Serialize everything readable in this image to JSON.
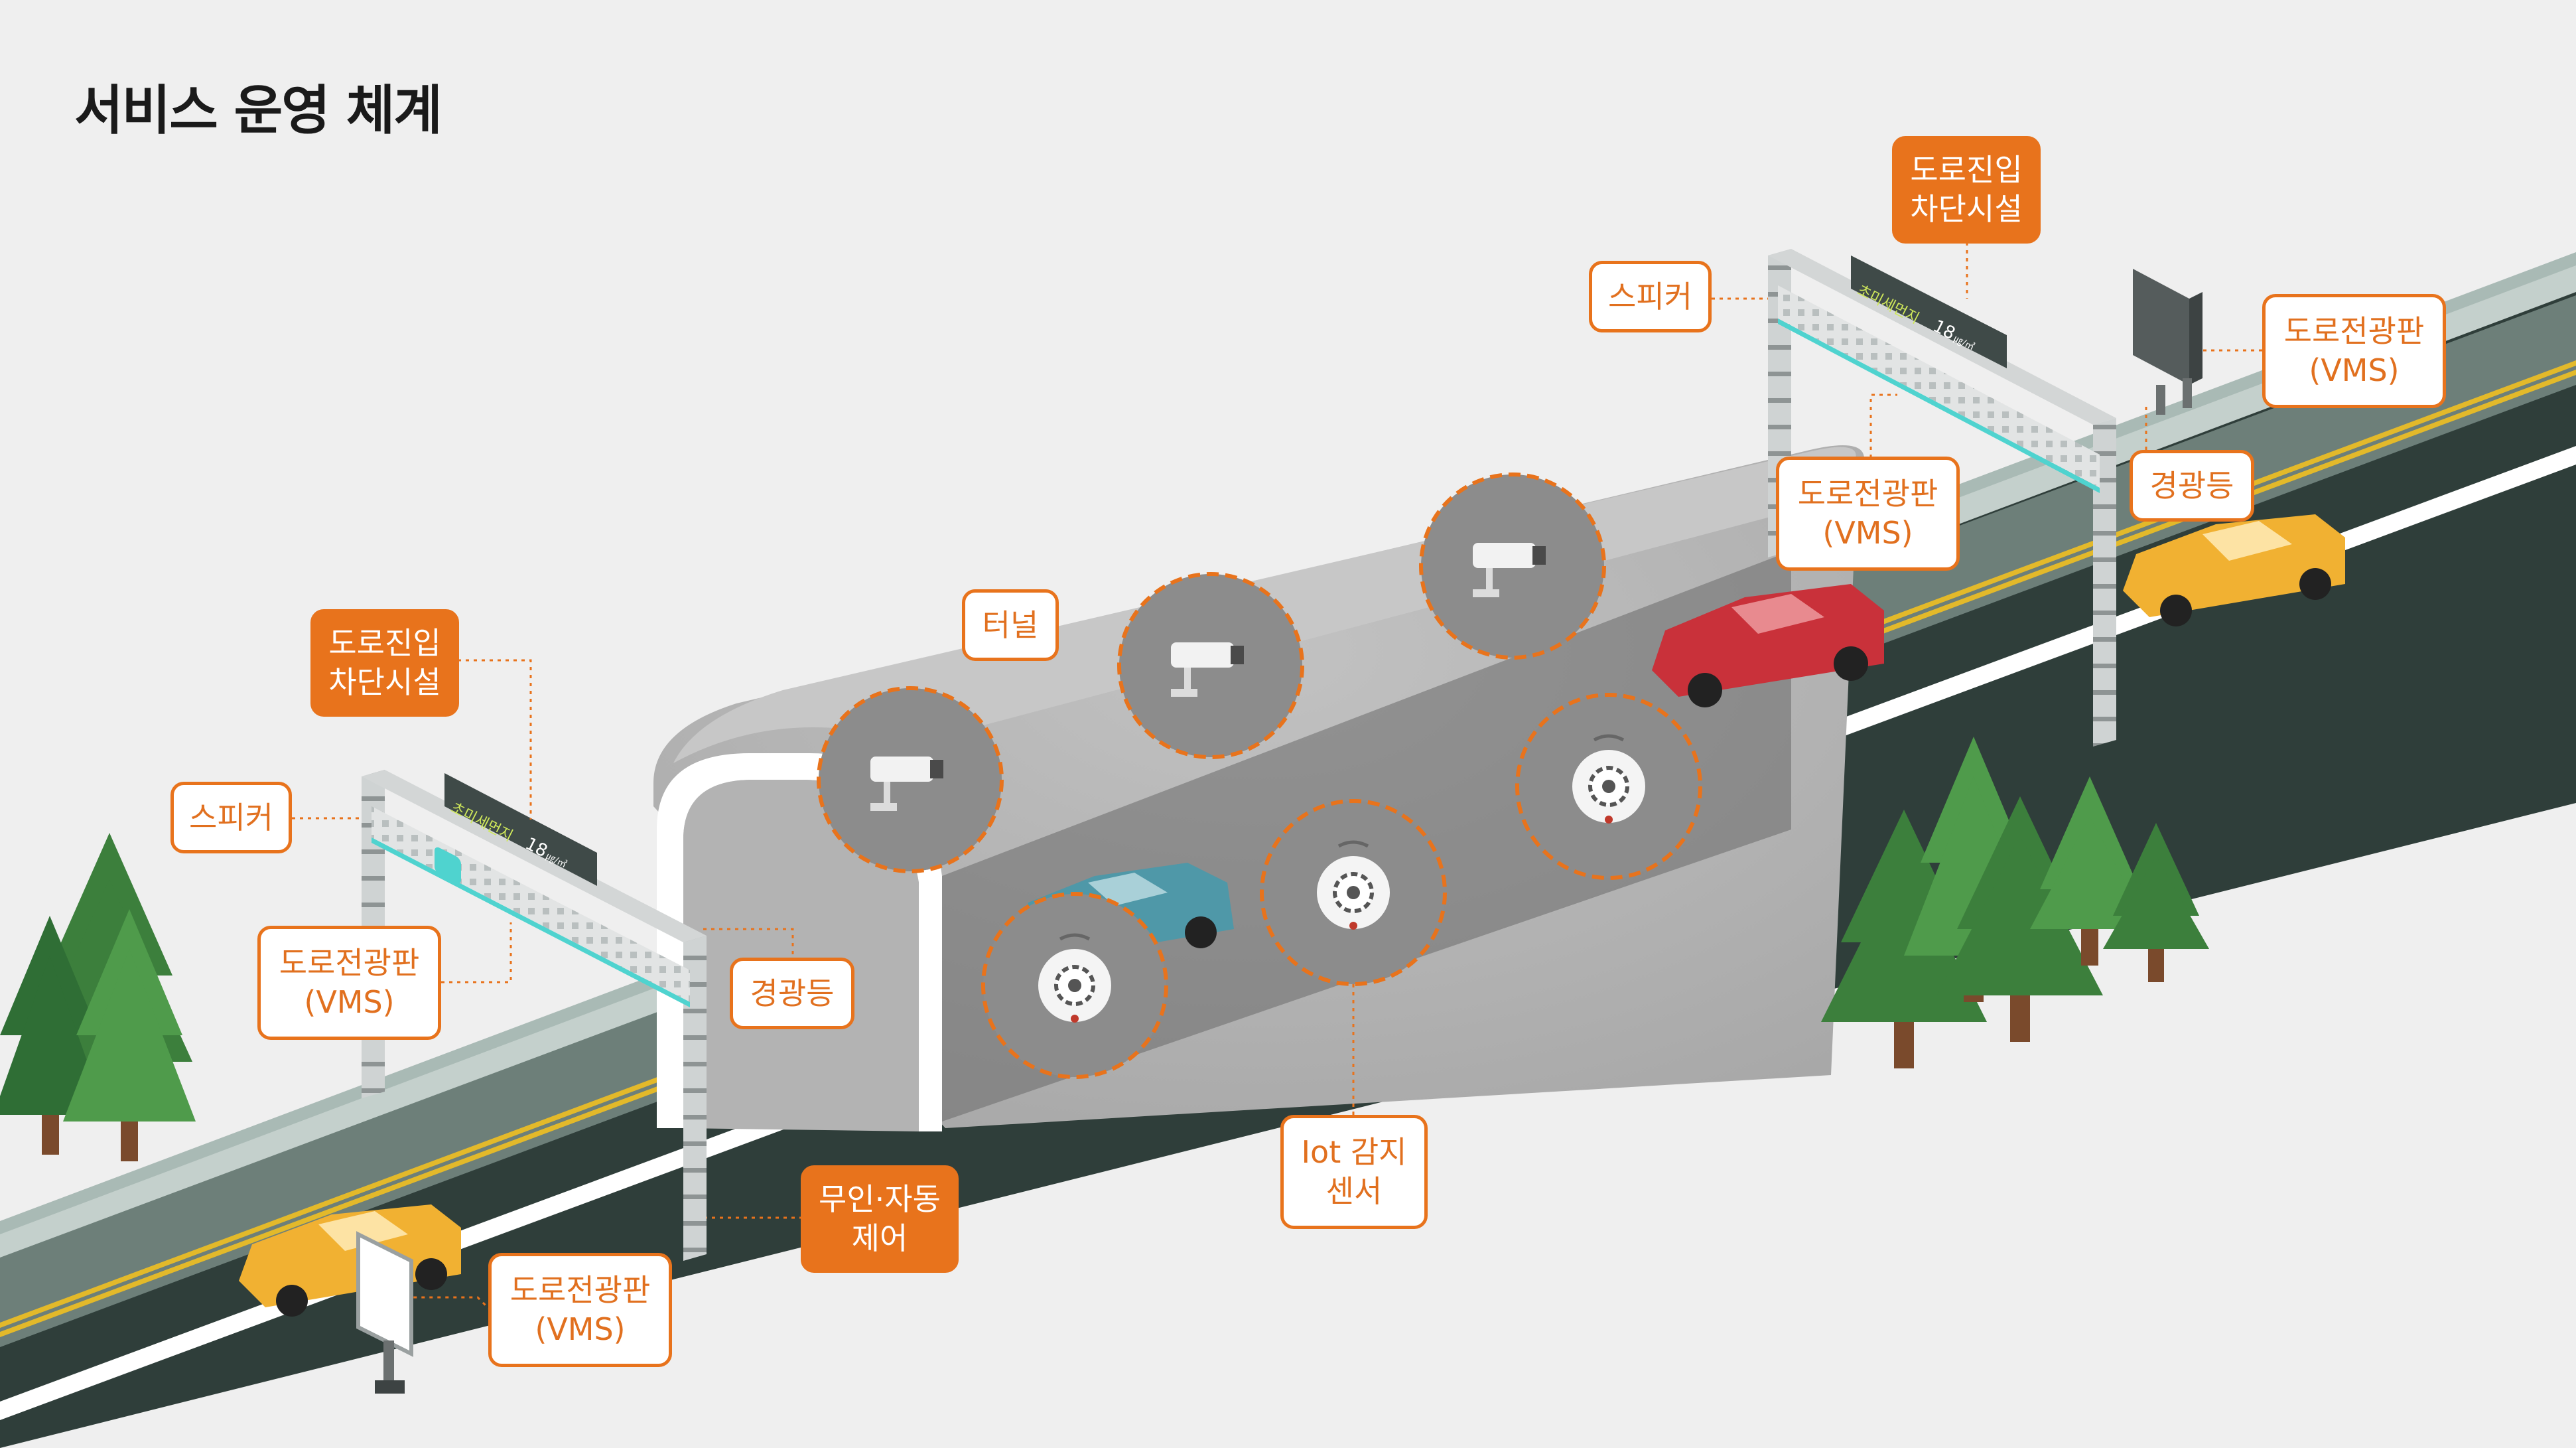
{
  "page": {
    "title": "서비스 운영 체계"
  },
  "colors": {
    "accent_orange": "#e8731c",
    "label_text_orange": "#e1701f",
    "background": "#efefef",
    "road_dark": "#2f3e3a",
    "tunnel_gray": "#b9b9b9",
    "sensor_gray": "#8a8a8a",
    "tree_green": "#3c7f3c",
    "car_yellow": "#f1b132",
    "car_red": "#c9313a",
    "car_teal": "#4f98a8"
  },
  "gantry_sign": {
    "text": "초미세먼지",
    "value": "18",
    "unit": "㎍/㎥"
  },
  "labels": {
    "left_barrier": [
      "도로진입",
      "차단시설"
    ],
    "left_speaker": [
      "스피커"
    ],
    "left_vms": [
      "도로전광판",
      "(VMS)"
    ],
    "left_warning_light": [
      "경광등"
    ],
    "bottom_vms": [
      "도로전광판",
      "(VMS)"
    ],
    "unmanned_control": [
      "무인·자동",
      "제어"
    ],
    "tunnel": [
      "터널"
    ],
    "iot_sensor": [
      "Iot 감지",
      "센서"
    ],
    "right_barrier": [
      "도로진입",
      "차단시설"
    ],
    "right_speaker": [
      "스피커"
    ],
    "right_vms_sign": [
      "도로전광판",
      "(VMS)"
    ],
    "right_gantry_vms": [
      "도로전광판",
      "(VMS)"
    ],
    "right_warning_light": [
      "경광등"
    ]
  },
  "icons": {
    "camera": "cctv-camera-icon",
    "sensor": "smoke-detector-icon",
    "tree": "pine-tree-icon",
    "car": "car-icon"
  }
}
